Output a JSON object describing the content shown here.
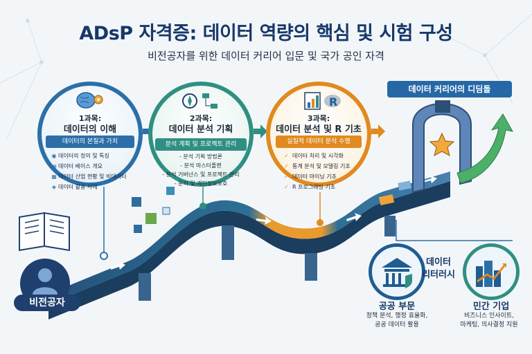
{
  "header": {
    "title": "ADsP 자격증: 데이터 역량의 핵심 및 시험 구성",
    "subtitle": "비전공자를 위한 데이터 커리어 입문 및 국가 공인 자격"
  },
  "courses": [
    {
      "step": "1과목:",
      "name": "데이터의 이해",
      "ribbon": "데이터의 본질과 가치",
      "items": [
        "데이터의 정의 및 특징",
        "데이터 베이스 개요",
        "데이터 산업 현황 및 빅데이터",
        "데이터 활용 사례"
      ]
    },
    {
      "step": "2과목:",
      "name": "데이터 분석 기획",
      "ribbon": "분석 계획 및 프로젝트 관리",
      "items": [
        "- 분석 기획 방법론",
        "- 분석 마스터플랜",
        "- 분석 거버넌스 및 프로젝트 관리",
        "- 윤리 및 개인정보보호"
      ]
    },
    {
      "step": "3과목:",
      "name": "데이터 분석 및 R 기초",
      "ribbon": "실질적 데이터 분석 수행",
      "items": [
        "데이터 처리 및 시각화",
        "통계 분석 및 모델링 기초",
        "데이터 마이닝 기초",
        "R 프로그래밍 기초"
      ]
    }
  ],
  "stepping_stone": "데이터 커리어의 디딤돌",
  "start_label": "비전공자",
  "literacy": {
    "title_line1": "데이터",
    "title_line2": "리터러시"
  },
  "sectors": [
    {
      "name": "공공 부문",
      "desc_line1": "정책 분석, 행정 효율화,",
      "desc_line2": "공공 데이터 활용"
    },
    {
      "name": "민간 기업",
      "desc_line1": "비즈니스 인사이트,",
      "desc_line2": "마케팅, 의사결정 지원"
    }
  ],
  "colors": {
    "title": "#16386a",
    "course1": "#2c6fa8",
    "course2": "#2f8f82",
    "course3": "#e08a20",
    "road": "#2d5b83",
    "arch": "#5f86b8",
    "star": "#f2a83a"
  },
  "icons": [
    "brain-gear-icon",
    "compass-flowchart-icon",
    "chart-r-icon",
    "book-icon",
    "person-icon",
    "government-building-icon",
    "city-growth-icon",
    "star-icon",
    "arrow-up-icon"
  ]
}
